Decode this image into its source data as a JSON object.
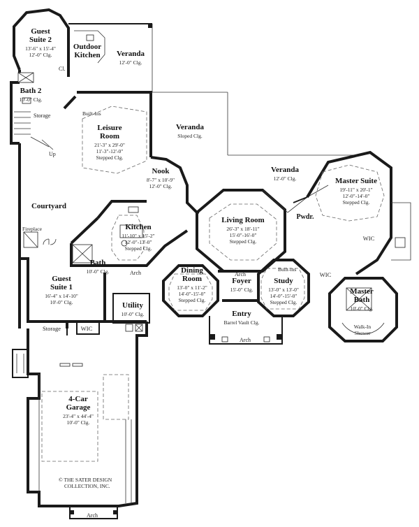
{
  "rooms": [
    {
      "id": "guest-suite-2",
      "name": "Guest Suite 2",
      "lines": [
        "13'-6\" x 15'-4\"",
        "12'-0\" Clg."
      ],
      "size": 11
    },
    {
      "id": "outdoor-kitchen",
      "name": "Outdoor Kitchen",
      "lines": [],
      "size": 11
    },
    {
      "id": "veranda-top",
      "name": "Veranda",
      "lines": [
        "12'-0\" Clg."
      ],
      "size": 11
    },
    {
      "id": "bath-2",
      "name": "Bath 2",
      "lines": [
        "10'-0\" Clg."
      ],
      "size": 11
    },
    {
      "id": "leisure-room",
      "name": "Leisure Room",
      "lines": [
        "21'-3\" x 29'-0\"",
        "11'-3\"-12'-0\"",
        "Stepped Clg."
      ],
      "size": 11
    },
    {
      "id": "veranda-sloped",
      "name": "Veranda",
      "lines": [
        "Sloped Clg."
      ],
      "size": 11
    },
    {
      "id": "veranda-right",
      "name": "Veranda",
      "lines": [
        "12'-0\" Clg."
      ],
      "size": 11
    },
    {
      "id": "master-suite",
      "name": "Master Suite",
      "lines": [
        "19'-11\" x 20'-1\"",
        "12'-0\"-14'-0\"",
        "Stepped Clg."
      ],
      "size": 11
    },
    {
      "id": "nook",
      "name": "Nook",
      "lines": [
        "8'-7\" x 10'-9\"",
        "12'-0\" Clg."
      ],
      "size": 11
    },
    {
      "id": "courtyard",
      "name": "Courtyard",
      "lines": [],
      "size": 11
    },
    {
      "id": "living-room",
      "name": "Living Room",
      "lines": [
        "26'-3\" x 18'-11\"",
        "15'-0\"-16'-0\"",
        "Stepped Clg."
      ],
      "size": 11
    },
    {
      "id": "pwdr",
      "name": "Pwdr.",
      "lines": [],
      "size": 10
    },
    {
      "id": "kitchen",
      "name": "Kitchen",
      "lines": [
        "11'-10\" x 15'-2\"",
        "12'-0\"-13'-0\"",
        "Stepped Clg."
      ],
      "size": 11
    },
    {
      "id": "wic-master",
      "name": "",
      "lines": [
        "WIC"
      ],
      "size": 9
    },
    {
      "id": "guest-bath",
      "name": "Bath",
      "lines": [
        "10'-0\" Clg."
      ],
      "size": 11
    },
    {
      "id": "dining-room",
      "name": "Dining Room",
      "lines": [
        "13'-0\" x 11'-2\"",
        "14'-0\"-15'-0\"",
        "Stepped Clg."
      ],
      "size": 11
    },
    {
      "id": "foyer",
      "name": "Foyer",
      "lines": [
        "15'-0\" Clg."
      ],
      "size": 11
    },
    {
      "id": "study",
      "name": "Study",
      "lines": [
        "13'-0\" x 13'-0\"",
        "14'-0\"-15'-0\"",
        "Stepped Clg."
      ],
      "size": 11
    },
    {
      "id": "wic-2",
      "name": "",
      "lines": [
        "WIC"
      ],
      "size": 9
    },
    {
      "id": "master-bath",
      "name": "Master Bath",
      "lines": [
        "10'-0\" Clg."
      ],
      "size": 11
    },
    {
      "id": "guest-suite-1",
      "name": "Guest Suite 1",
      "lines": [
        "16'-4\" x 14'-10\"",
        "10'-0\" Clg."
      ],
      "size": 11
    },
    {
      "id": "utility",
      "name": "Utility",
      "lines": [
        "10'-0\" Clg."
      ],
      "size": 11
    },
    {
      "id": "entry",
      "name": "Entry",
      "lines": [
        "Barrel Vault Clg."
      ],
      "size": 11
    },
    {
      "id": "storage-lower",
      "name": "",
      "lines": [
        "Storage"
      ],
      "size": 9
    },
    {
      "id": "wic-guest",
      "name": "",
      "lines": [
        "WIC"
      ],
      "size": 9
    },
    {
      "id": "garage",
      "name": "4-Car Garage",
      "lines": [
        "23'-4\" x 44'-4\"",
        "10'-0\" Clg."
      ],
      "size": 11
    }
  ],
  "labels": [
    {
      "id": "cl",
      "text": "Cl."
    },
    {
      "id": "storage-top",
      "text": "Storage"
    },
    {
      "id": "up",
      "text": "Up"
    },
    {
      "id": "built-ins-leisure",
      "text": "Built-Ins"
    },
    {
      "id": "fireplace",
      "text": "Fireplace"
    },
    {
      "id": "arch-kitchen",
      "text": "Arch"
    },
    {
      "id": "arch-foyer",
      "text": "Arch"
    },
    {
      "id": "built-ins-study",
      "text": "Built-ins"
    },
    {
      "id": "walk-in-shower",
      "text": "Walk-In Shower"
    },
    {
      "id": "arch-entry",
      "text": "Arch"
    },
    {
      "id": "arch-garage",
      "text": "Arch"
    }
  ],
  "copyright": [
    "© THE SATER DESIGN",
    "COLLECTION, INC."
  ]
}
